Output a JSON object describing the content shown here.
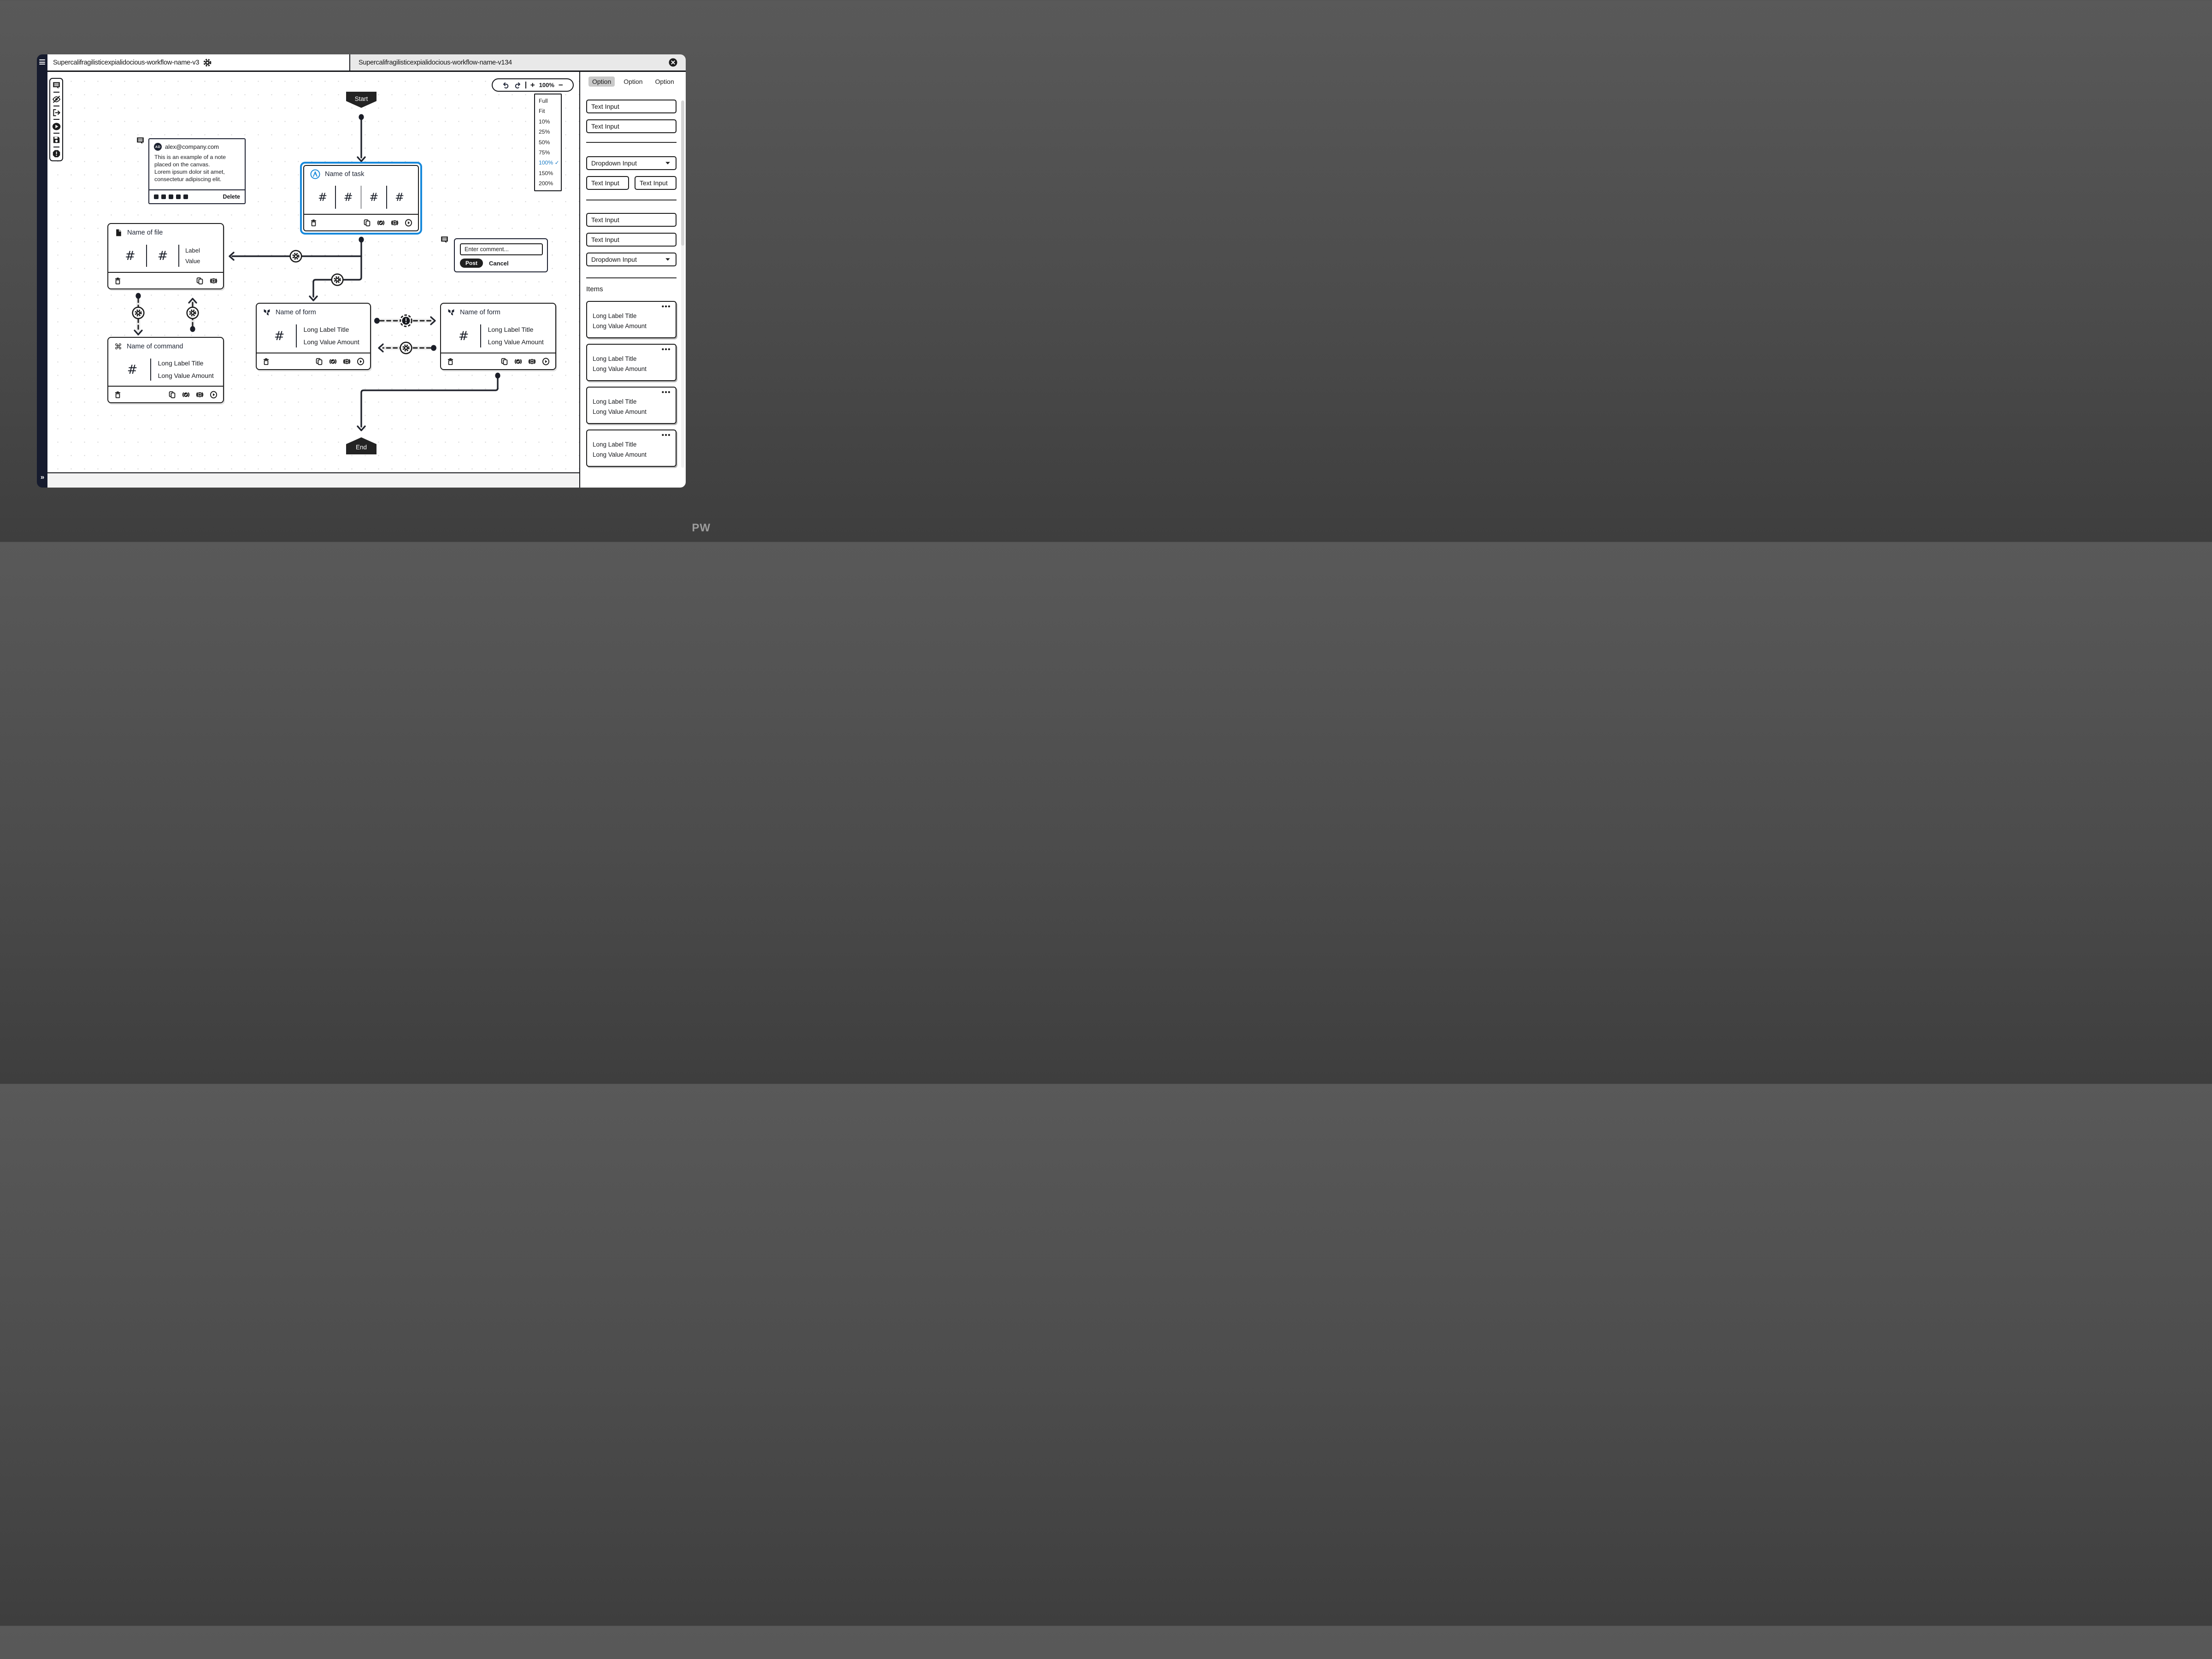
{
  "window": {
    "tab1": {
      "label": "Supercalifragilisticexpialidocious-workflow-name-v3"
    },
    "tab2": {
      "label": "Supercalifragilisticexpialidocious-workflow-name-v134"
    },
    "watermark": "PW"
  },
  "canvas": {
    "zoom": {
      "level": "100%",
      "zoom_in": "+",
      "zoom_out": "−"
    },
    "zoom_menu": {
      "items": [
        "Full",
        "Fit",
        "10%",
        "25%",
        "50%",
        "75%",
        "100%",
        "150%",
        "200%"
      ],
      "selected": "100%",
      "check": "✓"
    },
    "start_label": "Start",
    "end_label": "End",
    "hash": "#",
    "note": {
      "avatar": "AD",
      "author": "alex@company.com",
      "line1": "This is an example of a note",
      "line2": "placed on the canvas.",
      "line3": "Lorem ipsum dolor sit amet,",
      "line4": "consectetur adipiscing elit.",
      "delete_label": "Delete"
    },
    "comment": {
      "placeholder": "Enter comment...",
      "post_label": "Post",
      "cancel_label": "Cancel"
    },
    "nodes": {
      "task": {
        "title": "Name of task"
      },
      "file": {
        "title": "Name of file",
        "label": "Label",
        "value": "Value"
      },
      "command": {
        "title": "Name of command",
        "label": "Long Label Title",
        "value": "Long Value Amount"
      },
      "form1": {
        "title": "Name of form",
        "label": "Long Label Title",
        "value": "Long Value Amount"
      },
      "form2": {
        "title": "Name of form",
        "label": "Long Label Title",
        "value": "Long Value Amount"
      }
    }
  },
  "sidebar": {
    "tabs": [
      {
        "label": "Option",
        "selected": true
      },
      {
        "label": "Option",
        "selected": false
      },
      {
        "label": "Option",
        "selected": false
      }
    ],
    "group1": {
      "input1": "Text Input",
      "input2": "Text Input",
      "dropdown": "Dropdown Input",
      "half1": "Text Input",
      "half2": "Text Input"
    },
    "group2": {
      "input1": "Text Input",
      "input2": "Text Input",
      "dropdown": "Dropdown Input"
    },
    "items_heading": "Items",
    "menu_dots": "•••",
    "items": [
      {
        "title": "Long Label Title",
        "value": "Long Value Amount"
      },
      {
        "title": "Long Label Title",
        "value": "Long Value Amount"
      },
      {
        "title": "Long Label Title",
        "value": "Long Value Amount"
      },
      {
        "title": "Long Label Title",
        "value": "Long Value Amount"
      }
    ]
  },
  "colors": {
    "accent_blue": "#1789db",
    "selected_zoom_blue": "#1779c4",
    "navy": "#161b2e",
    "node_border": "#1c1c1c"
  }
}
